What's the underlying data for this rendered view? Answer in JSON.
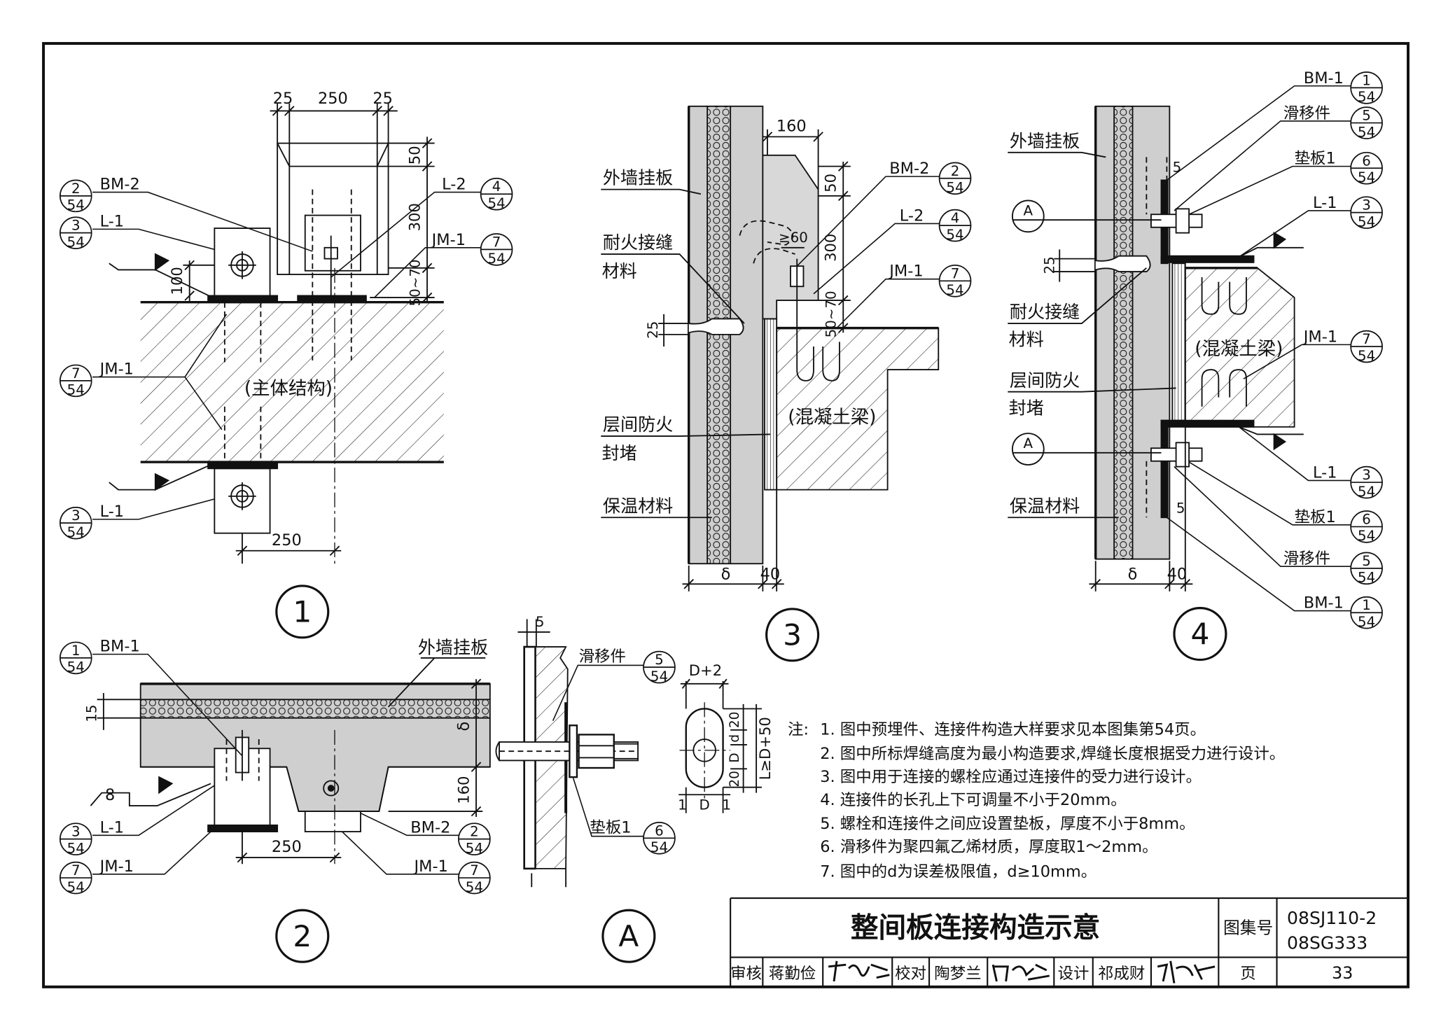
{
  "title_block": {
    "title": "整间板连接构造示意",
    "atlas_label": "图集号",
    "atlas_no_1": "08SJ110-2",
    "atlas_no_2": "08SG333",
    "review_label": "审核",
    "reviewer": "蒋勤俭",
    "check_label": "校对",
    "checker": "陶梦兰",
    "design_label": "设计",
    "designer": "祁成财",
    "page_label": "页",
    "page": "33"
  },
  "notes": {
    "label": "注:",
    "items": [
      "1. 图中预埋件、连接件构造大样要求见本图集第54页。",
      "2. 图中所标焊缝高度为最小构造要求,焊缝长度根据受力进行设计。",
      "3. 图中用于连接的螺栓应通过连接件的受力进行设计。",
      "4. 连接件的长孔上下可调量不小于20mm。",
      "5. 螺栓和连接件之间应设置垫板，厚度不小于8mm。",
      "6. 滑移件为聚四氟乙烯材质，厚度取1～2mm。",
      "7. 图中的d为误差极限值，d≥10mm。"
    ]
  },
  "d1": {
    "marker": "1",
    "structure": "(主体结构)",
    "dims": [
      "25",
      "250",
      "25",
      "50",
      "300",
      "50~70",
      "100",
      "250"
    ],
    "callouts": [
      {
        "label": "BM-2",
        "num": "2",
        "page": "54"
      },
      {
        "label": "L-1",
        "num": "3",
        "page": "54"
      },
      {
        "label": "L-2",
        "num": "4",
        "page": "54"
      },
      {
        "label": "JM-1",
        "num": "7",
        "page": "54"
      },
      {
        "label": "JM-1",
        "num": "7",
        "page": "54"
      },
      {
        "label": "L-1",
        "num": "3",
        "page": "54"
      }
    ]
  },
  "d2": {
    "marker": "2",
    "wall": "外墙挂板",
    "weld": "8",
    "dims": [
      "15",
      "δ",
      "160",
      "250"
    ],
    "callouts": [
      {
        "label": "BM-1",
        "num": "1",
        "page": "54"
      },
      {
        "label": "L-1",
        "num": "3",
        "page": "54"
      },
      {
        "label": "JM-1",
        "num": "7",
        "page": "54"
      },
      {
        "label": "BM-2",
        "num": "2",
        "page": "54"
      },
      {
        "label": "JM-1",
        "num": "7",
        "page": "54"
      }
    ]
  },
  "dA": {
    "marker": "A",
    "dims": [
      "5",
      "D+2",
      "20",
      "d",
      "D",
      "20",
      "L≥D+50",
      "1",
      "D",
      "1"
    ],
    "callouts": [
      {
        "label": "滑移件",
        "num": "5",
        "page": "54"
      },
      {
        "label": "垫板1",
        "num": "6",
        "page": "54"
      }
    ]
  },
  "d3": {
    "marker": "3",
    "wall": "外墙挂板",
    "fire_joint": [
      "耐火接缝",
      "材料"
    ],
    "firestop": [
      "层间防火",
      "封堵"
    ],
    "beam": "(混凝土梁)",
    "insulation": "保温材料",
    "dims": [
      "160",
      "50",
      "300",
      "≥60",
      "50~70",
      "25",
      "δ",
      "40"
    ],
    "callouts": [
      {
        "label": "BM-2",
        "num": "2",
        "page": "54"
      },
      {
        "label": "L-2",
        "num": "4",
        "page": "54"
      },
      {
        "label": "JM-1",
        "num": "7",
        "page": "54"
      }
    ]
  },
  "d4": {
    "marker": "4",
    "wall": "外墙挂板",
    "fire_joint": [
      "耐火接缝",
      "材料"
    ],
    "firestop": [
      "层间防火",
      "封堵"
    ],
    "beam": "(混凝土梁)",
    "insulation": "保温材料",
    "section": [
      "A",
      "A"
    ],
    "dims": [
      "5",
      "25",
      "5",
      "δ",
      "40"
    ],
    "callouts": [
      {
        "label": "BM-1",
        "num": "1",
        "page": "54"
      },
      {
        "label": "滑移件",
        "num": "5",
        "page": "54"
      },
      {
        "label": "垫板1",
        "num": "6",
        "page": "54"
      },
      {
        "label": "L-1",
        "num": "3",
        "page": "54"
      },
      {
        "label": "JM-1",
        "num": "7",
        "page": "54"
      },
      {
        "label": "L-1",
        "num": "3",
        "page": "54"
      },
      {
        "label": "垫板1",
        "num": "6",
        "page": "54"
      },
      {
        "label": "滑移件",
        "num": "5",
        "page": "54"
      },
      {
        "label": "BM-1",
        "num": "1",
        "page": "54"
      }
    ]
  }
}
